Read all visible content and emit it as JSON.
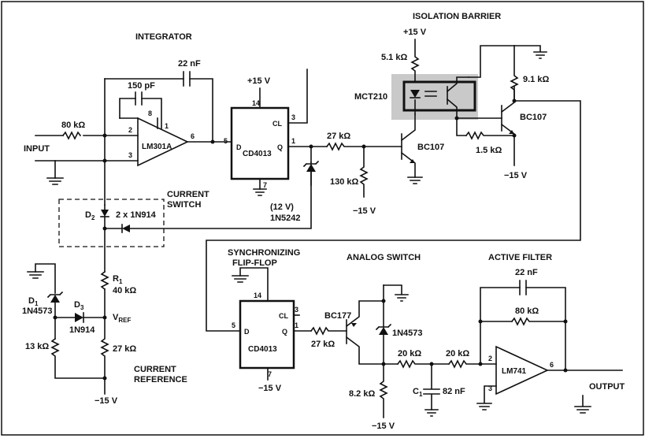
{
  "sections": {
    "integrator": "INTEGRATOR",
    "isolation_barrier": "ISOLATION BARRIER",
    "current_switch_1": "CURRENT",
    "current_switch_2": "SWITCH",
    "sync_ff_1": "SYNCHRONIZING",
    "sync_ff_2": "FLIP-FLOP",
    "analog_switch": "ANALOG SWITCH",
    "active_filter": "ACTIVE FILTER",
    "current_ref_1": "CURRENT",
    "current_ref_2": "REFERENCE"
  },
  "io": {
    "input": "INPUT",
    "output": "OUTPUT"
  },
  "components": {
    "r_80k_in": "80 kΩ",
    "c_150p": "150 pF",
    "c_22n_int": "22 nF",
    "opamp1": "LM301A",
    "ff1": "CD4013",
    "r_27k_1": "27 kΩ",
    "r_130k": "130 kΩ",
    "zener1_v": "(12 V)",
    "zener1": "1N5242",
    "q1": "BC107",
    "r_5k1": "5.1 kΩ",
    "opto": "MCT210",
    "r_9k1": "9.1 kΩ",
    "q2": "BC107",
    "r_1k5": "1.5 kΩ",
    "diodes": "2 x 1N914",
    "d2": "D",
    "d2_sub": "2",
    "d1": "D",
    "d1_sub": "1",
    "d1_part": "1N4573",
    "d3": "D",
    "d3_sub": "3",
    "d3_part": "1N914",
    "r1": "R",
    "r1_sub": "1",
    "r1_val": "40 kΩ",
    "vref": "V",
    "vref_sub": "REF",
    "r_13k": "13 kΩ",
    "r_27k_ref": "27 kΩ",
    "ff2": "CD4013",
    "r_27k_2": "27 kΩ",
    "q3": "BC177",
    "zener2": "1N4573",
    "r_20k_1": "20 kΩ",
    "r_20k_2": "20 kΩ",
    "r_8k2": "8.2 kΩ",
    "c1": "C",
    "c1_sub": "1",
    "c_82n": "82 nF",
    "c_22n_f": "22 nF",
    "r_80k_f": "80 kΩ",
    "opamp2": "LM741"
  },
  "rails": {
    "p15_ff1": "+15 V",
    "p15_top": "+15 V",
    "m15_130k": "−15 V",
    "m15_q2": "−15 V",
    "m15_ref": "−15 V",
    "m15_ff2": "−15 V",
    "m15_8k2": "−15 V"
  },
  "pins": {
    "u1_in2": "2",
    "u1_in3": "3",
    "u1_p1": "1",
    "u1_p8": "8",
    "u1_out": "6",
    "ff1_14": "14",
    "ff1_cl": "CL",
    "ff1_3": "3",
    "ff1_5": "5",
    "ff1_d": "D",
    "ff1_q": "Q",
    "ff1_1": "1",
    "ff1_7": "7",
    "ff2_14": "14",
    "ff2_cl": "CL",
    "ff2_3": "3",
    "ff2_5": "5",
    "ff2_d": "D",
    "ff2_q": "Q",
    "ff2_1": "1",
    "ff2_7": "7",
    "u2_in2": "2",
    "u2_in3": "3",
    "u2_out": "6"
  }
}
